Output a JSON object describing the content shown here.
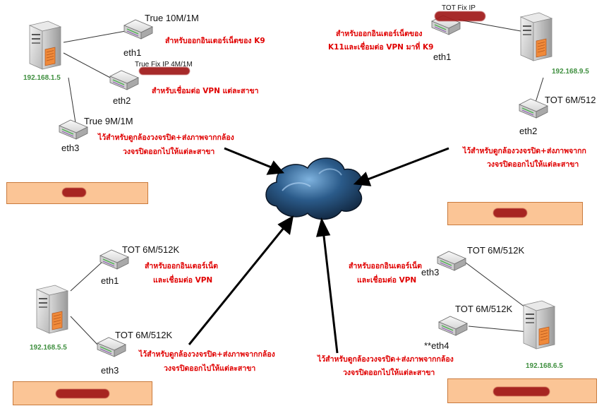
{
  "diagram": {
    "nodes": {
      "top_left": {
        "ip": "192.168.1.5",
        "links": [
          {
            "port": "eth1",
            "line": "True 10M/1M",
            "note": [
              "สำหรับออกอินเตอร์เน็ตของ K9"
            ]
          },
          {
            "port": "eth2",
            "line": "True Fix IP 4M/1M",
            "note": [
              "สำหรับเชื่อมต่อ VPN แต่ละสาขา"
            ]
          },
          {
            "port": "eth3",
            "line": "True 9M/1M",
            "note": [
              "ไว้สำหรับดูกล้องวงจรปิด+ส่งภาพจากกล้อง",
              "วงจรปิดออกไปให้แต่ละสาขา"
            ]
          }
        ]
      },
      "top_right": {
        "ip": "192.168.9.5",
        "links": [
          {
            "port": "eth1",
            "line": "TOT Fix IP",
            "note": [
              "สำหรับออกอินเตอร์เน็ตของ",
              "K11และเชื่อมต่อ VPN มาที่ K9"
            ]
          },
          {
            "port": "eth2",
            "line": "TOT 6M/512",
            "note": [
              "ไว้สำหรับดูกล้องวงจรปิด+ส่งภาพจากก",
              "วงจรปิดออกไปให้แต่ละสาขา"
            ]
          }
        ]
      },
      "bottom_left": {
        "ip": "192.168.5.5",
        "links": [
          {
            "port": "eth1",
            "line": "TOT 6M/512K",
            "note": [
              "สำหรับออกอินเตอร์เน็ต",
              "และเชื่อมต่อ VPN"
            ]
          },
          {
            "port": "eth3",
            "line": "TOT 6M/512K",
            "note": [
              "ไว้สำหรับดูกล้องวงจรปิด+ส่งภาพจากกล้อง",
              "วงจรปิดออกไปให้แต่ละสาขา"
            ]
          }
        ]
      },
      "bottom_right": {
        "ip": "192.168.6.5",
        "links": [
          {
            "port": "eth3",
            "line": "TOT 6M/512K",
            "note": [
              "สำหรับออกอินเตอร์เน็ต",
              "และเชื่อมต่อ VPN"
            ]
          },
          {
            "port": "**eth4",
            "line": "TOT 6M/512K",
            "note": []
          }
        ],
        "bottom_note": [
          "ไว้สำหรับดูกล้องวงจรปิด+ส่งภาพจากกล้อง",
          "วงจรปิดออกไปให้แต่ละสาขา"
        ]
      }
    },
    "colors": {
      "note_red": "#e00000",
      "ip_green": "#3f8f3f",
      "branch_box": "#fbc596",
      "redaction": "#a01818",
      "cloud": "#1d3a5c"
    },
    "icons": [
      "server-icon",
      "router-icon",
      "internet-cloud-icon",
      "arrow-icon"
    ]
  }
}
